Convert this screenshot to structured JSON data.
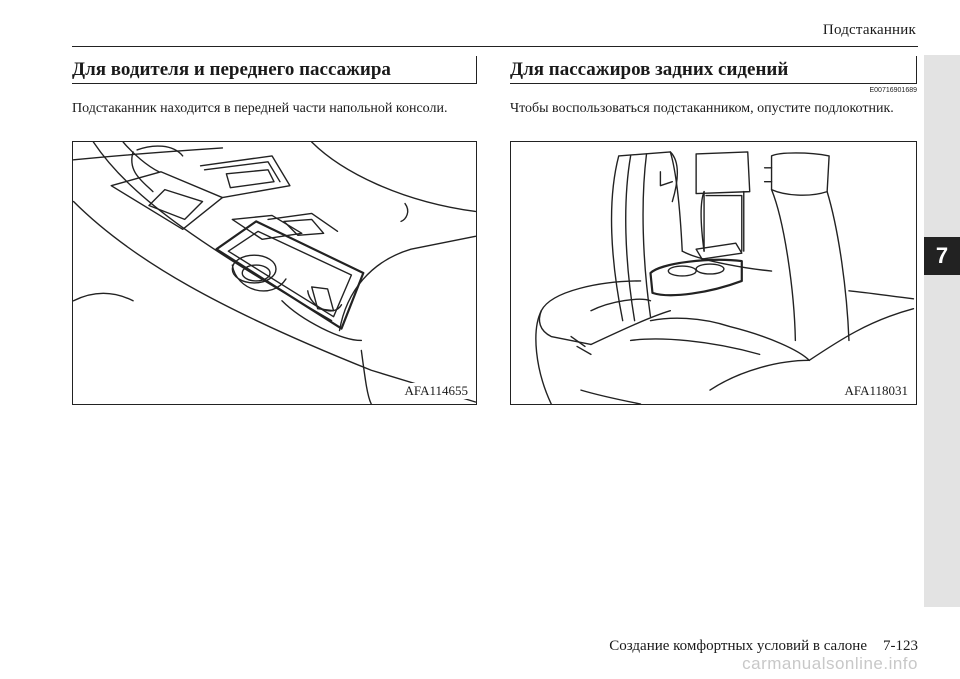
{
  "header": {
    "title": "Подстаканник"
  },
  "chapter": {
    "number": "7"
  },
  "sections": {
    "front": {
      "heading": "Для водителя и переднего пассажира",
      "text": "Подстаканник находится в передней части напольной консоли.",
      "figure_label": "AFA114655"
    },
    "rear": {
      "heading": "Для пассажиров задних сидений",
      "code": "E00716901689",
      "text": "Чтобы воспользоваться подстаканником, опустите подлокотник.",
      "figure_label": "AFA118031"
    }
  },
  "footer": {
    "chapter_title": "Создание комфортных условий в салоне",
    "page_number": "7-123"
  },
  "watermark": "carmanualsonline.info"
}
